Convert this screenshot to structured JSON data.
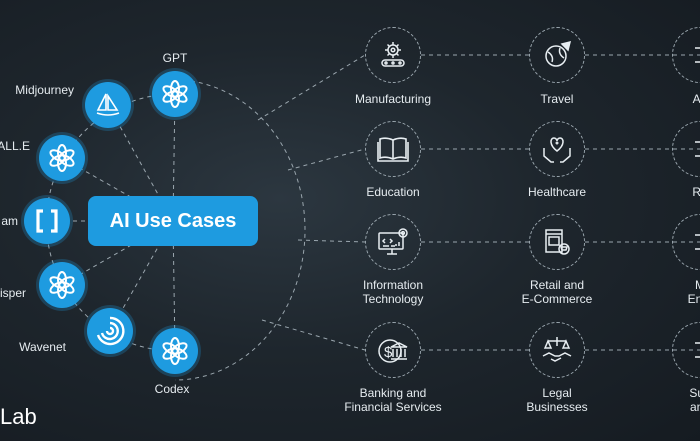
{
  "center_title": "AI Use Cases",
  "tools": [
    {
      "label": "GPT",
      "icon": "openai-icon"
    },
    {
      "label": "Midjourney",
      "icon": "midjourney-sailboat-icon"
    },
    {
      "label": "ALL.E",
      "icon": "openai-icon"
    },
    {
      "label": "am",
      "icon": "brackets-icon"
    },
    {
      "label": "isper",
      "icon": "openai-icon"
    },
    {
      "label": "Wavenet",
      "icon": "wavenet-swirl-icon"
    },
    {
      "label": "Codex",
      "icon": "openai-icon"
    }
  ],
  "use_cases": [
    {
      "label": "Manufacturing",
      "icon": "factory-gear-icon"
    },
    {
      "label": "Travel",
      "icon": "globe-plane-icon"
    },
    {
      "label": "Au",
      "icon": "partial-icon"
    },
    {
      "label": "Education",
      "icon": "open-book-icon"
    },
    {
      "label": "Healthcare",
      "icon": "heart-hands-icon"
    },
    {
      "label": "Re",
      "icon": "partial-icon"
    },
    {
      "label": "Information\nTechnology",
      "icon": "monitor-gear-icon"
    },
    {
      "label": "Retail and\nE-Commerce",
      "icon": "shop-cart-icon"
    },
    {
      "label": "M\nEnte",
      "icon": "partial-icon"
    },
    {
      "label": "Banking and\nFinancial Services",
      "icon": "bank-gear-icon"
    },
    {
      "label": "Legal\nBusinesses",
      "icon": "scales-handshake-icon"
    },
    {
      "label": "Sup\nand",
      "icon": "partial-icon"
    }
  ],
  "logo_text": "Lab",
  "colors": {
    "accent": "#1e9be0",
    "background": "#1b2329",
    "dashed_line": "#9aa6ae"
  }
}
